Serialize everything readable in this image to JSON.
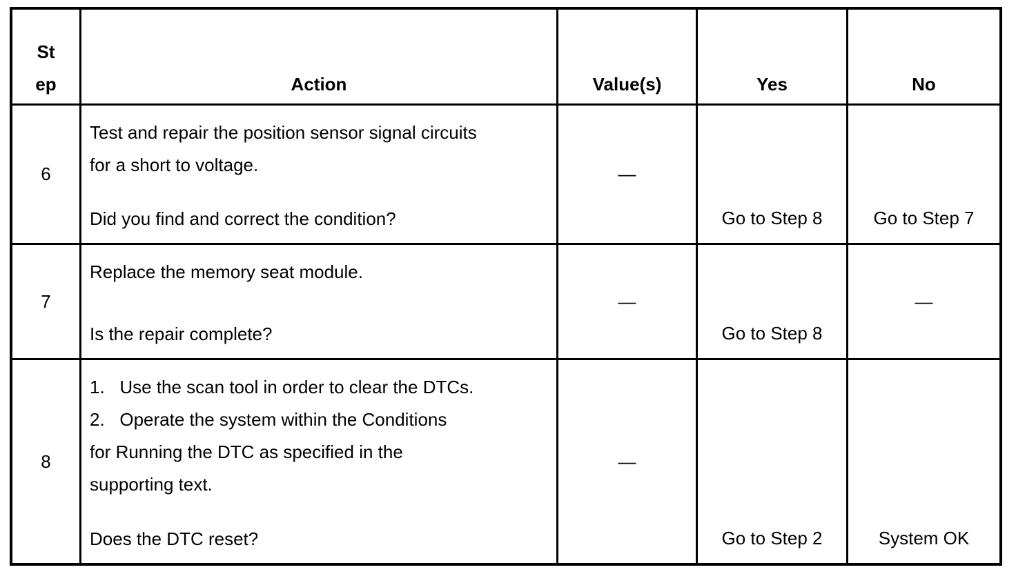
{
  "colors": {
    "border": "#000000",
    "background": "#ffffff",
    "text": "#000000"
  },
  "table": {
    "headers": {
      "step_line1": "St",
      "step_line2": "ep",
      "action": "Action",
      "values": "Value(s)",
      "yes": "Yes",
      "no": "No"
    },
    "rows": [
      {
        "step": "6",
        "description_lines": [
          "Test and repair the position sensor signal circuits",
          "for a short to voltage."
        ],
        "question": "Did you find and correct the condition?",
        "value": "—",
        "yes": "Go to Step 8",
        "no": "Go to Step 7"
      },
      {
        "step": "7",
        "description_lines": [
          "Replace the memory seat module."
        ],
        "question": "Is the repair complete?",
        "value": "—",
        "yes": "Go to Step 8",
        "no": "—"
      },
      {
        "step": "8",
        "description_lines": [
          "1.   Use the scan tool in order to clear the DTCs.",
          "2.   Operate the system within the Conditions",
          "for Running the DTC as specified in the",
          "supporting text."
        ],
        "question": "Does the DTC reset?",
        "value": "—",
        "yes": "Go to Step 2",
        "no": "System OK"
      }
    ]
  }
}
